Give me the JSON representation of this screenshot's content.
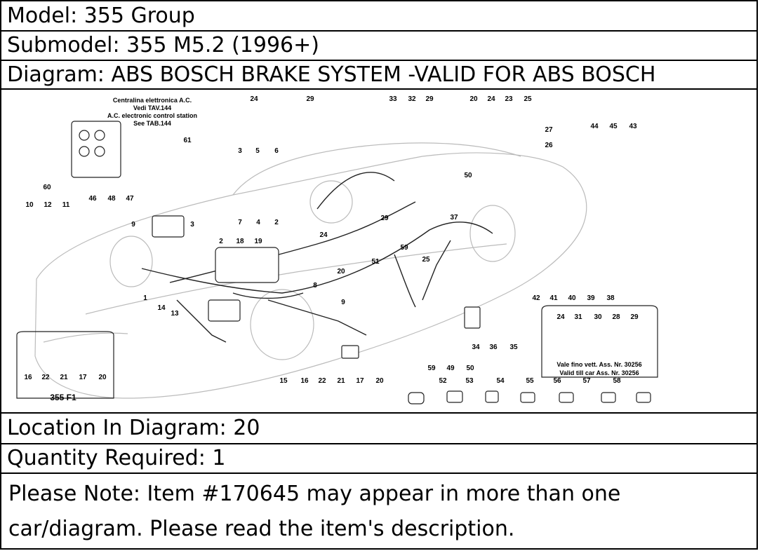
{
  "header": {
    "model": "Model: 355 Group",
    "submodel": "Submodel: 355 M5.2 (1996+)",
    "diagram": "Diagram: ABS BOSCH BRAKE SYSTEM -VALID FOR ABS BOSCH"
  },
  "footer": {
    "location": "Location In Diagram: 20",
    "quantity": "Quantity Required: 1",
    "note_line1": "Please Note: Item #170645 may appear in more than one",
    "note_line2": "car/diagram. Please read the item's description."
  },
  "diagram": {
    "caption_lines": [
      "Centralina elettronica A.C.",
      "Vedi TAV.144",
      "A.C. electronic control station",
      "See TAB.144"
    ],
    "inset_label": "355 F1",
    "validity_lines": [
      "Vale fino vett. Ass. Nr. 30256",
      "Valid till car Ass. Nr. 30256"
    ],
    "callouts": [
      "24",
      "29",
      "33",
      "32",
      "29",
      "20",
      "24",
      "23",
      "25",
      "27",
      "26",
      "44",
      "45",
      "43",
      "61",
      "3",
      "5",
      "6",
      "60",
      "46",
      "48",
      "47",
      "50",
      "10",
      "12",
      "11",
      "7",
      "4",
      "2",
      "9",
      "3",
      "24",
      "29",
      "37",
      "2",
      "18",
      "19",
      "59",
      "25",
      "51",
      "20",
      "1",
      "14",
      "13",
      "8",
      "9",
      "42",
      "41",
      "40",
      "39",
      "38",
      "24",
      "31",
      "30",
      "28",
      "29",
      "34",
      "36",
      "35",
      "16",
      "22",
      "21",
      "17",
      "20",
      "59",
      "49",
      "50",
      "15",
      "16",
      "22",
      "21",
      "17",
      "20",
      "52",
      "53",
      "54",
      "55",
      "56",
      "57",
      "58"
    ]
  }
}
